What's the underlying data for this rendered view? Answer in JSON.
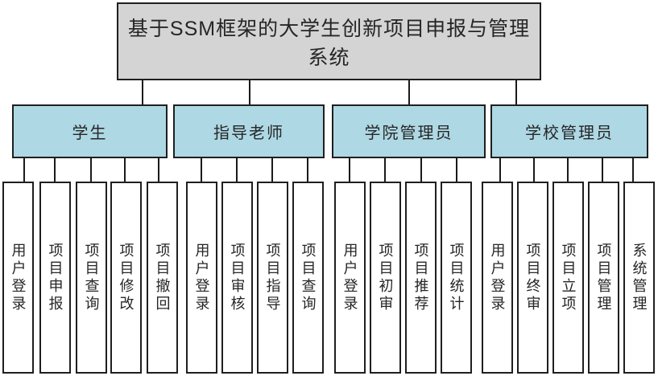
{
  "title": "基于SSM框架的大学生创新项目申报与管理系统",
  "colors": {
    "title_fill": "#d4d4d4",
    "role_fill": "#aed8e4",
    "leaf_fill": "#ffffff",
    "border": "#1f1f1f",
    "line": "#1a1a1a",
    "text": "#262626"
  },
  "roles": [
    {
      "label": "学生",
      "functions": [
        "用户登录",
        "项目申报",
        "项目查询",
        "项目修改",
        "项目撤回"
      ]
    },
    {
      "label": "指导老师",
      "functions": [
        "用户登录",
        "项目审核",
        "项目指导",
        "项目查询"
      ]
    },
    {
      "label": "学院管理员",
      "functions": [
        "用户登录",
        "项目初审",
        "项目推荐",
        "项目统计"
      ]
    },
    {
      "label": "学校管理员",
      "functions": [
        "用户登录",
        "项目终审",
        "项目立项",
        "项目管理",
        "系统管理"
      ]
    }
  ]
}
